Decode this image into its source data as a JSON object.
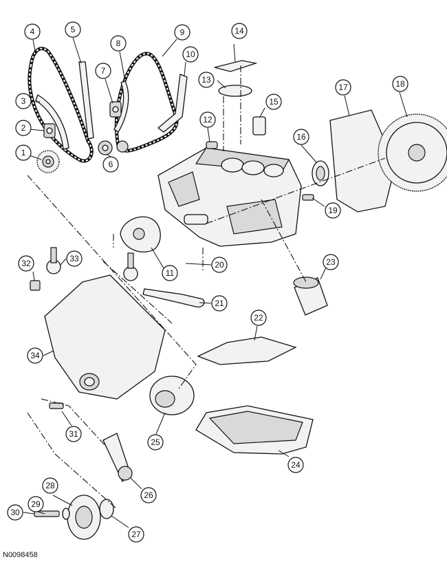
{
  "figure": {
    "id": "N0098458"
  },
  "callouts": [
    "1",
    "2",
    "3",
    "4",
    "5",
    "6",
    "7",
    "8",
    "9",
    "10",
    "11",
    "12",
    "13",
    "14",
    "15",
    "16",
    "17",
    "18",
    "19",
    "20",
    "21",
    "22",
    "23",
    "24",
    "25",
    "26",
    "27",
    "28",
    "29",
    "30",
    "31",
    "32",
    "33",
    "34"
  ],
  "colors": {
    "line": "#111111",
    "fill": "#f2f2f2",
    "shade": "#d9d9d9",
    "background": "#ffffff"
  }
}
